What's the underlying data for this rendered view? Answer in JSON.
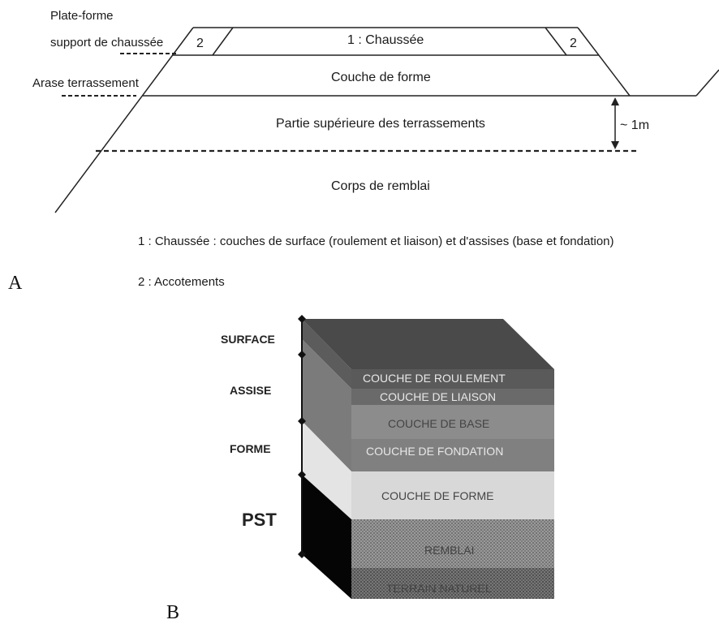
{
  "panel_a": {
    "letter": "A",
    "label_plateforme_line1": "Plate-forme",
    "label_plateforme_line2": "support de chaussée",
    "label_arase": "Arase terrassement",
    "label_shoulder_left": "2",
    "label_shoulder_right": "2",
    "label_chaussee": "1 : Chaussée",
    "label_couche_forme": "Couche de forme",
    "label_pst": "Partie supérieure des terrassements",
    "label_depth": "~ 1m",
    "label_remblai": "Corps de remblai",
    "legend_1": "1 : Chaussée : couches de surface (roulement et liaison) et d'assises (base et fondation)",
    "legend_2": "2 : Accotements"
  },
  "panel_b": {
    "letter": "B",
    "side_surface": "SURFACE",
    "side_assise": "ASSISE",
    "side_forme": "FORME",
    "side_pst": "PST",
    "layer_roulement": "COUCHE DE ROULEMENT",
    "layer_liaison": "COUCHE DE LIAISON",
    "layer_base": "COUCHE DE BASE",
    "layer_fondation": "COUCHE DE FONDATION",
    "layer_forme": "COUCHE DE FORME",
    "layer_remblai": "REMBLAI",
    "layer_terrain": "TERRAIN NATUREL"
  }
}
